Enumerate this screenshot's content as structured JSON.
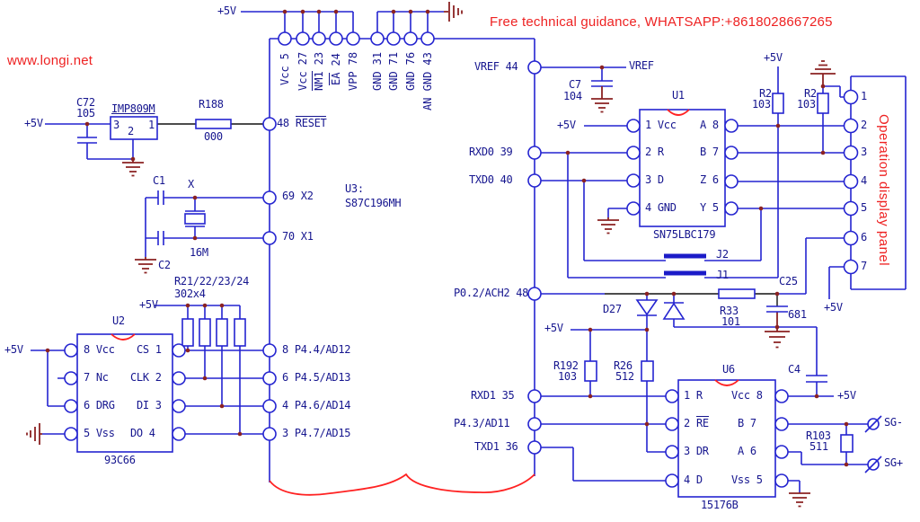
{
  "colors": {
    "wire": "#2424d0",
    "text": "#16168f",
    "red": "#ee2222",
    "dark_red": "#8b2222"
  },
  "watermark": "www.longi.net",
  "banner": "Free technical guidance, WHATSAPP:+8618028667265",
  "power": {
    "v5": "+5V"
  },
  "panel": {
    "label": "Operation display panel",
    "pins": [
      "1",
      "2",
      "3",
      "4",
      "5",
      "6",
      "7"
    ]
  },
  "u3": {
    "ref": "U3:",
    "part": "S87C196MH",
    "top_pins": [
      {
        "name": "Vcc",
        "num": "5"
      },
      {
        "name": "Vcc",
        "num": "27"
      },
      {
        "name": "NM1",
        "num": "23"
      },
      {
        "name": "EA",
        "num": "24"
      },
      {
        "name": "VPP",
        "num": "78"
      },
      {
        "name": "GND",
        "num": "31"
      },
      {
        "name": "GND",
        "num": "71"
      },
      {
        "name": "GND",
        "num": "76"
      },
      {
        "name": "AN GND",
        "num": "43"
      }
    ],
    "reset_pin": {
      "num": "48",
      "name": "RESET"
    },
    "x2": "69 X2",
    "x1": "70 X1",
    "ad_pins": [
      "8 P4.4/AD12",
      "6 P4.5/AD13",
      "4 P4.6/AD14",
      "3 P4.7/AD15"
    ],
    "vref": "VREF 44",
    "rxd0": "RXD0 39",
    "txd0": "TXD0 40",
    "p02": "P0.2/ACH2 48",
    "rxd1": "RXD1 35",
    "p43": "P4.3/AD11",
    "txd1": "TXD1 36"
  },
  "reset_ckt": {
    "c_ref": "C72",
    "c_val": "105",
    "chip": "IMP809M",
    "p3": "3",
    "p2": "2",
    "p1": "1",
    "r_ref": "R188",
    "r_val": "000"
  },
  "xtal": {
    "c1": "C1",
    "x": "X",
    "freq": "16M",
    "c2": "C2"
  },
  "rnet": {
    "ref": "R21/22/23/24",
    "val": "302x4"
  },
  "u2": {
    "ref": "U2",
    "part": "93C66",
    "left": [
      "8 Vcc",
      "7 Nc",
      "6 DRG",
      "5 Vss"
    ],
    "right": [
      "CS 1",
      "CLK 2",
      "DI 3",
      "DO 4"
    ]
  },
  "u1": {
    "ref": "U1",
    "part": "SN75LBC179",
    "left": [
      "1 Vcc",
      "2 R",
      "3 D",
      "4 GND"
    ],
    "right": [
      "A 8",
      "B 7",
      "Z 6",
      "Y 5"
    ]
  },
  "vref_net": {
    "label": "VREF",
    "c_ref": "C7",
    "c_val": "104"
  },
  "pullups": {
    "r2a_ref": "R2",
    "r2a_val": "103",
    "r2b_ref": "R2",
    "r2b_val": "103"
  },
  "jumpers": {
    "j1": "J1",
    "j2": "J2"
  },
  "clamp": {
    "d_ref": "D27",
    "r_ref": "R33",
    "r_val": "101",
    "c_ref": "C25",
    "c_val": "681"
  },
  "rs485": {
    "r192_ref": "R192",
    "r192_val": "103",
    "r26_ref": "R26",
    "r26_val": "512"
  },
  "u6": {
    "ref": "U6",
    "part": "15176B",
    "p1": "1 R",
    "p2_num": "2",
    "p2_name": "RE",
    "p3": "3 DR",
    "p4": "4 D",
    "right": [
      "Vcc 8",
      "B 7",
      "A 6",
      "Vss 5"
    ],
    "c4_ref": "C4",
    "r103_ref": "R103",
    "r103_val": "511",
    "sg_minus": "SG-",
    "sg_plus": "SG+"
  }
}
